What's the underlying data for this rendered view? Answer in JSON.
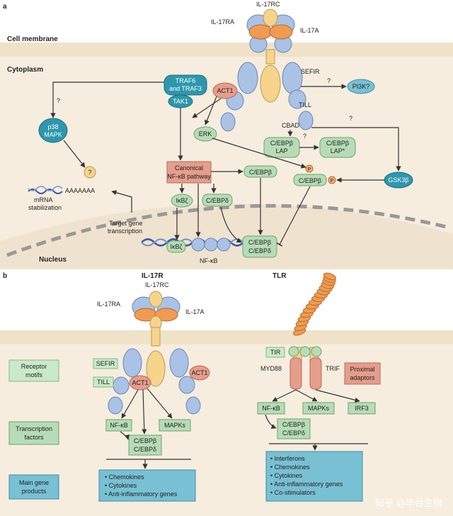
{
  "panel_a": {
    "letter": "a",
    "membrane_label": "Cell membrane",
    "cytoplasm_label": "Cytoplasm",
    "nucleus_label": "Nucleus",
    "il17rc": "IL-17RC",
    "il17ra": "IL-17RA",
    "il17a": "IL-17A",
    "sefir": "SEFIR",
    "till": "TILL",
    "cbad": "CBAD",
    "act1": "ACT1",
    "traf6_line1": "TRAF6",
    "traf6_line2": "and TRAF3",
    "tak1": "TAK1",
    "p38_line1": "p38",
    "p38_line2": "MAPK",
    "q": "?",
    "pi3k": "PI3K?",
    "erk": "ERK",
    "cebpb_lap_line1": "C/EBPβ",
    "cebpb_lap_line2": "LAP",
    "cebpb_lapstar_line1": "C/EBPβ",
    "cebpb_lapstar_line2": "LAP*",
    "canonical_line1": "Canonical",
    "canonical_line2": "NF-κB pathway",
    "cebpb": "C/EBPβ",
    "cebpd": "C/EBPδ",
    "ikbz": "IκBζ",
    "p": "P",
    "gsk3b": "GSK3β",
    "mrna": "AAAAAAA",
    "mrna_line1": "mRNA",
    "mrna_line2": "stabilization",
    "target_line1": "Target gene",
    "target_line2": "transcription",
    "nfkb": "NF-κB"
  },
  "panel_b": {
    "letter": "b",
    "il17r_title": "IL-17R",
    "tlr_title": "TLR",
    "il17rc": "IL-17RC",
    "il17ra": "IL-17RA",
    "il17a": "IL-17A",
    "receptor_motifs_line1": "Receptor",
    "receptor_motifs_line2": "motifs",
    "transcription_factors_line1": "Transcription",
    "transcription_factors_line2": "factors",
    "main_gene_line1": "Main gene",
    "main_gene_line2": "products",
    "sefir": "SEFIR",
    "till": "TILL",
    "act1": "ACT1",
    "nfkb": "NF-κB",
    "mapks": "MAPKs",
    "cebpb": "C/EBPβ",
    "cebpd": "C/EBPδ",
    "tir": "TIR",
    "myd88": "MYD88",
    "trif": "TRIF",
    "proximal_line1": "Proximal",
    "proximal_line2": "adaptors",
    "irf3": "IRF3",
    "il17_products": [
      "• Chemokines",
      "• Cytokines",
      "• Anti-inflammatory genes"
    ],
    "tlr_products": [
      "• Interferons",
      "• Chemokines",
      "• Cytokines",
      "• Anti-inflammatory genes",
      "• Co-stimulators"
    ]
  },
  "watermark": "知乎 @毕台生物",
  "colors": {
    "blue_receptor": "#a9c2e6",
    "orange_ligand": "#ef9b52",
    "yellow_receptor": "#f6d48c",
    "green_box": "#b6dcb6",
    "teal": "#2d97ad",
    "red_box": "#e59d8c",
    "light_blue_box": "#78c0d4",
    "background": "#f4ecdf"
  }
}
